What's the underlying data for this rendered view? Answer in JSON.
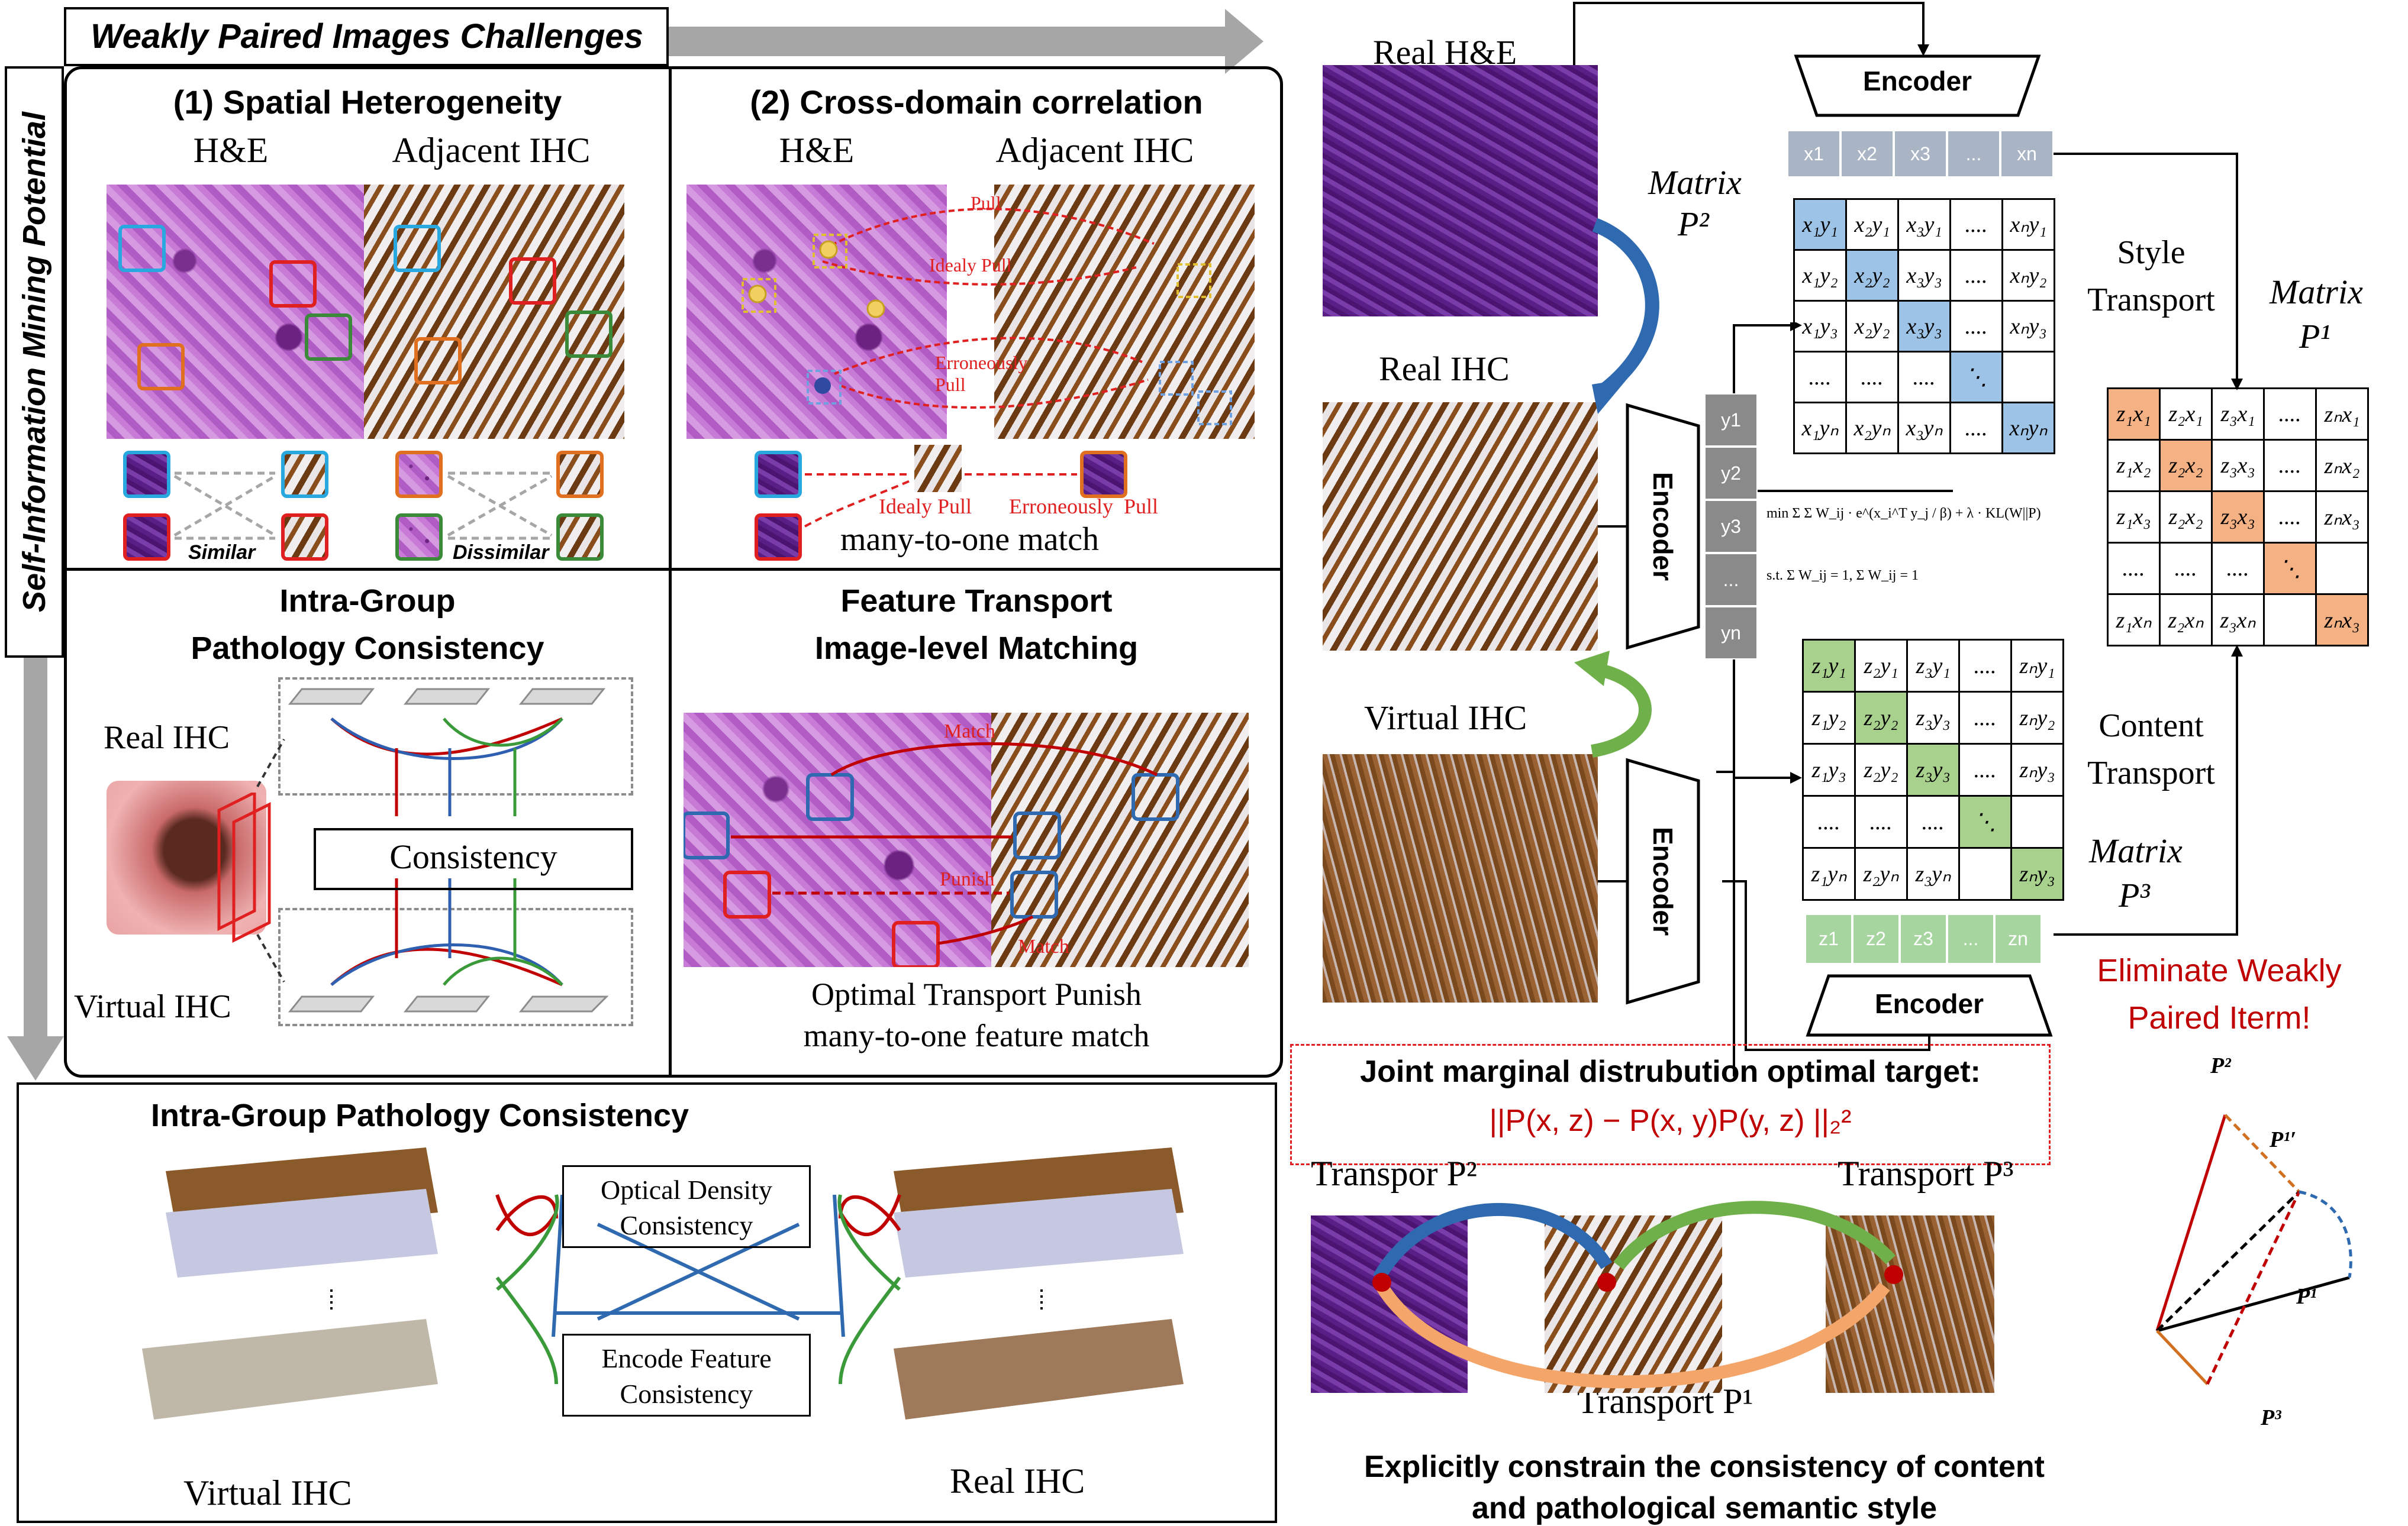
{
  "left": {
    "banner": "Weakly Paired Images Challenges",
    "side_label": "Self-Information Mining Potential",
    "panel1": {
      "title": "(1) Spatial Heterogeneity",
      "he": "H&E",
      "ihc": "Adjacent IHC",
      "similar": "Similar",
      "dissimilar": "Dissimilar"
    },
    "panel2": {
      "title": "(2) Cross-domain correlation",
      "he": "H&E",
      "ihc": "Adjacent IHC",
      "pull": "Pull",
      "idealy_pull_red": "Idealy Pull",
      "erroneous_pull_red": "Erroneously Pull",
      "idealy_pull": "Idealy Pull",
      "erroneously_pull": "Erroneously  Pull",
      "caption": "many-to-one match"
    },
    "panel3": {
      "title_line1": "Intra-Group",
      "title_line2": "Pathology Consistency",
      "real_ihc": "Real IHC",
      "virtual_ihc": "Virtual IHC",
      "consistency": "Consistency"
    },
    "panel4": {
      "title_line1": "Feature Transport",
      "title_line2": "Image-level Matching",
      "match1": "Match",
      "punish": "Punish",
      "match2": "Match",
      "caption1": "Optimal Transport Punish",
      "caption2": "many-to-one feature match"
    },
    "bottom": {
      "title": "Intra-Group Pathology Consistency",
      "od1": "Optical Density",
      "od2": "Consistency",
      "ef1": "Encode Feature",
      "ef2": "Consistency",
      "virtual_ihc": "Virtual IHC",
      "real_ihc": "Real IHC"
    }
  },
  "right": {
    "real_he": "Real H&E",
    "real_ihc": "Real IHC",
    "virtual_ihc": "Virtual IHC",
    "encoder": "Encoder",
    "x_vec": [
      "x1",
      "x2",
      "x3",
      "...",
      "xn"
    ],
    "y_vec": [
      "y1",
      "y2",
      "y3",
      "...",
      "yn"
    ],
    "z_vec": [
      "z1",
      "z2",
      "z3",
      "...",
      "zn"
    ],
    "matrix_word": "Matrix",
    "p2": "P²",
    "p1": "P¹",
    "p3": "P³",
    "style_transport_1": "Style",
    "style_transport_2": "Transport",
    "content_transport_1": "Content",
    "content_transport_2": "Transport",
    "formula_line1": "min Σ Σ W_ij · e^(x_i^T y_j / β) + λ · KL(W||P)",
    "formula_line2": "s.t.  Σ W_ij = 1,   Σ W_ij = 1",
    "matrix_xy": [
      [
        "x₁y₁",
        "x₂y₁",
        "x₃y₁",
        "....",
        "xₙy₁"
      ],
      [
        "x₁y₂",
        "x₂y₂",
        "x₃y₃",
        "....",
        "xₙy₂"
      ],
      [
        "x₁y₃",
        "x₂y₂",
        "x₃y₃",
        "....",
        "xₙy₃"
      ],
      [
        "....",
        "....",
        "....",
        "⋱",
        ""
      ],
      [
        "x₁yₙ",
        "x₂yₙ",
        "x₃yₙ",
        "....",
        "xₙyₙ"
      ]
    ],
    "matrix_zx": [
      [
        "z₁x₁",
        "z₂x₁",
        "z₃x₁",
        "....",
        "zₙx₁"
      ],
      [
        "z₁x₂",
        "z₂x₂",
        "z₃x₃",
        "....",
        "zₙx₂"
      ],
      [
        "z₁x₃",
        "z₂x₂",
        "z₃x₃",
        "....",
        "zₙx₃"
      ],
      [
        "....",
        "....",
        "....",
        "⋱",
        ""
      ],
      [
        "z₁xₙ",
        "z₂xₙ",
        "z₃xₙ",
        "",
        "zₙx₃"
      ]
    ],
    "matrix_zy": [
      [
        "z₁y₁",
        "z₂y₁",
        "z₃y₁",
        "....",
        "zₙy₁"
      ],
      [
        "z₁y₂",
        "z₂y₂",
        "z₃y₃",
        "....",
        "zₙy₂"
      ],
      [
        "z₁y₃",
        "z₂y₂",
        "z₃y₃",
        "....",
        "zₙy₃"
      ],
      [
        "....",
        "....",
        "....",
        "⋱",
        ""
      ],
      [
        "z₁yₙ",
        "z₂yₙ",
        "z₃yₙ",
        "",
        "zₙy₃"
      ]
    ],
    "eliminate_1": "Eliminate Weakly",
    "eliminate_2": "Paired Iterm!",
    "joint_title": "Joint marginal distrubution optimal target:",
    "joint_formula": "||P(x, z)  − P(x, y)P(y, z) ||₂²",
    "transpor_p2": "Transpor P²",
    "transport_p3": "Transport P³",
    "transport_p1": "Transport P¹",
    "bottom_caption_1": "Explicitly constrain the consistency of content",
    "bottom_caption_2": "and pathological semantic style",
    "vec_p2": "P²",
    "vec_p1p": "P¹′",
    "vec_p1": "P¹",
    "vec_p3": "P³"
  },
  "colors": {
    "blue_cell": "#9dc3e6",
    "orange_cell": "#f4b183",
    "green_cell": "#a9d18e",
    "red_text": "#c00000"
  }
}
